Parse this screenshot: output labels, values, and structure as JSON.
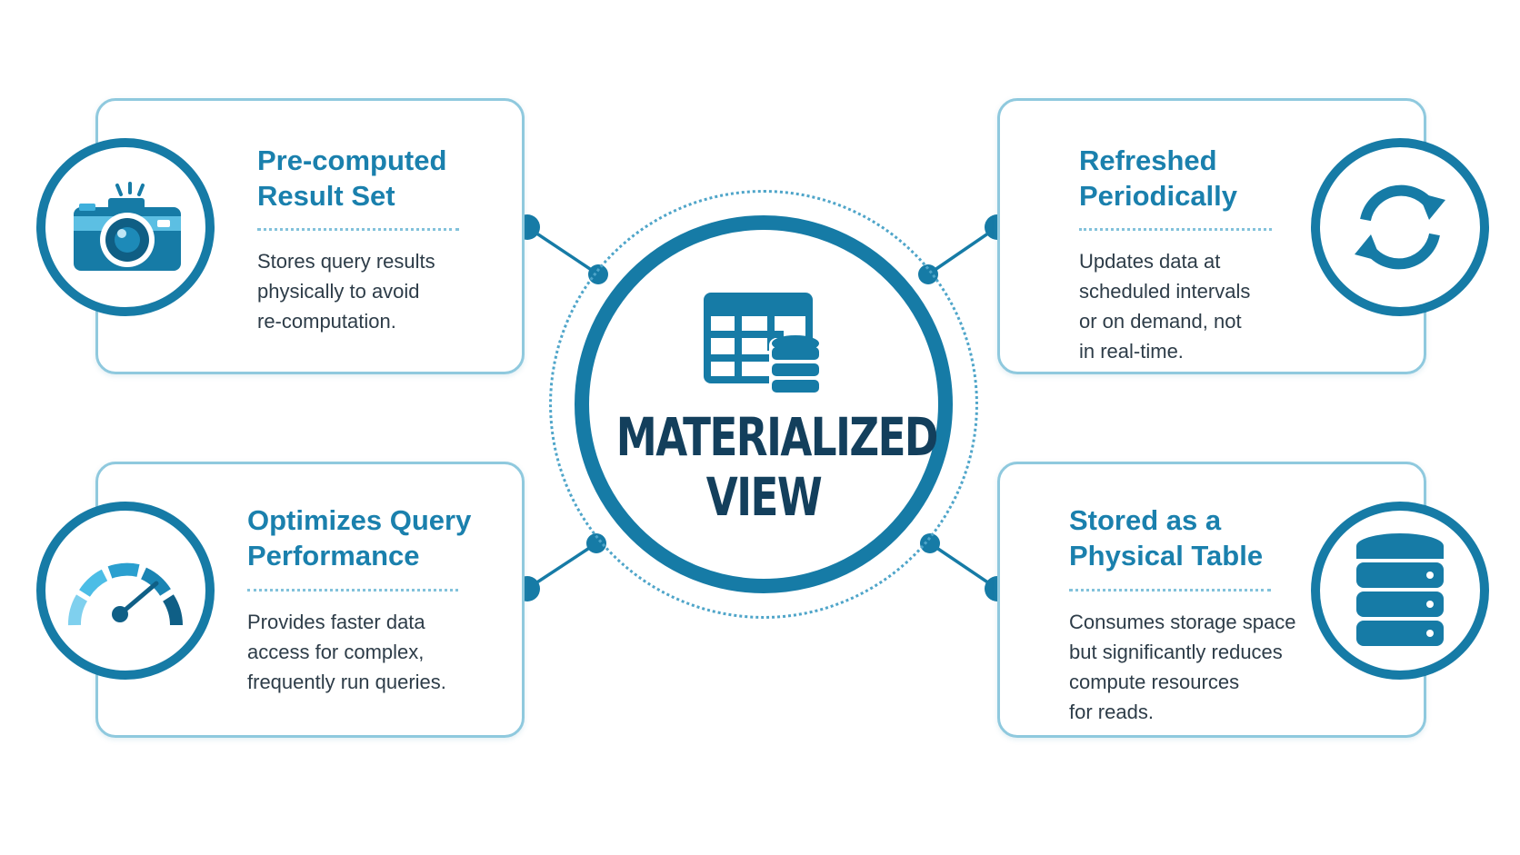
{
  "center": {
    "title": "MATERIALIZED\nVIEW",
    "icon": "table-database-icon"
  },
  "cards": [
    {
      "title": "Pre-computed\nResult Set",
      "description": "Stores query results\nphysically to avoid\nre-computation.",
      "icon": "camera-icon"
    },
    {
      "title": "Refreshed\nPeriodically",
      "description": "Updates data at\nscheduled intervals\nor on demand, not\nin real-time.",
      "icon": "refresh-icon"
    },
    {
      "title": "Optimizes Query\nPerformance",
      "description": "Provides faster data\naccess for complex,\nfrequently run queries.",
      "icon": "speedometer-icon"
    },
    {
      "title": "Stored as a\nPhysical Table",
      "description": "Consumes storage space\nbut significantly reduces\ncompute resources\nfor reads.",
      "icon": "database-icon"
    }
  ],
  "colors": {
    "primary": "#167ba6",
    "title_text": "#1a80ad",
    "center_text": "#133f5c",
    "card_border": "#8fc9de",
    "accent_light": "#3fb0dc"
  }
}
